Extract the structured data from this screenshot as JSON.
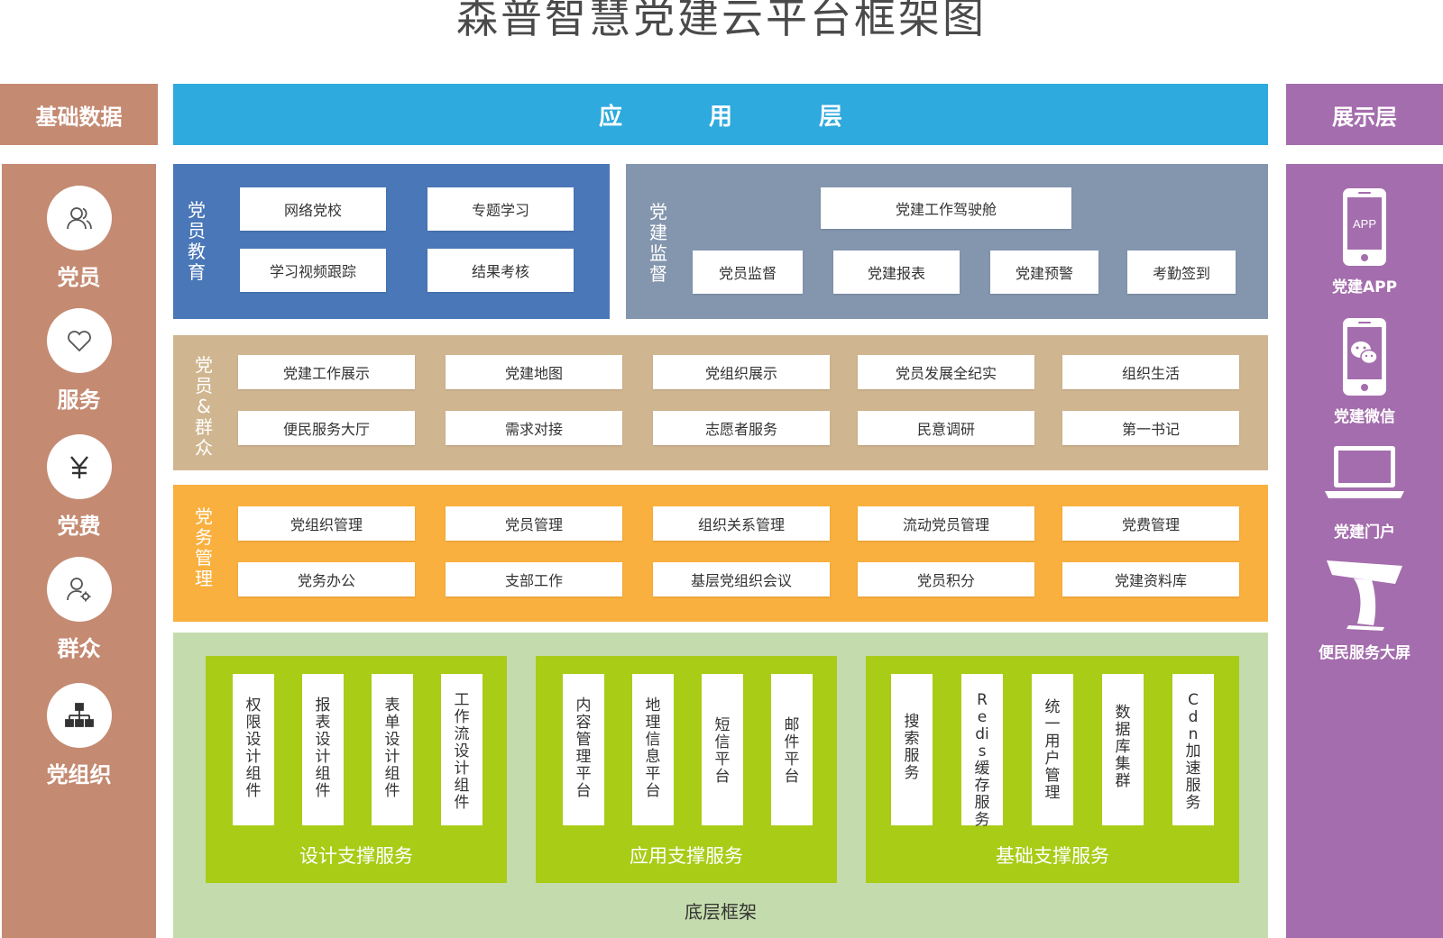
{
  "title": "森普智慧党建云平台框架图",
  "headers": {
    "left": "基础数据",
    "middle": [
      "应",
      "用",
      "层"
    ],
    "right": "展示层"
  },
  "basic_data": [
    {
      "label": "党员",
      "icon": "users-icon"
    },
    {
      "label": "服务",
      "icon": "heart-icon"
    },
    {
      "label": "党费",
      "icon": "yen-icon"
    },
    {
      "label": "群众",
      "icon": "user-gear-icon"
    },
    {
      "label": "党组织",
      "icon": "org-chart-icon"
    }
  ],
  "display": [
    {
      "label": "党建APP",
      "icon": "phone-app-icon",
      "icon_text": "APP"
    },
    {
      "label": "党建微信",
      "icon": "phone-wechat-icon"
    },
    {
      "label": "党建门户",
      "icon": "laptop-icon"
    },
    {
      "label": "便民服务大屏",
      "icon": "kiosk-icon"
    }
  ],
  "education": {
    "label": "党员教育",
    "items": [
      "网络党校",
      "专题学习",
      "学习视频跟踪",
      "结果考核"
    ]
  },
  "supervision": {
    "label": "党建监督",
    "top": "党建工作驾驶舱",
    "items": [
      "党员监督",
      "党建报表",
      "党建预警",
      "考勤签到"
    ]
  },
  "masses": {
    "label": "党员&群众",
    "row1": [
      "党建工作展示",
      "党建地图",
      "党组织展示",
      "党员发展全纪实",
      "组织生活"
    ],
    "row2": [
      "便民服务大厅",
      "需求对接",
      "志愿者服务",
      "民意调研",
      "第一书记"
    ]
  },
  "affairs": {
    "label": "党务管理",
    "row1": [
      "党组织管理",
      "党员管理",
      "组织关系管理",
      "流动党员管理",
      "党费管理"
    ],
    "row2": [
      "党务办公",
      "支部工作",
      "基层党组织会议",
      "党员积分",
      "党建资料库"
    ]
  },
  "framework": {
    "label": "底层框架",
    "groups": [
      {
        "label": "设计支撑服务",
        "items": [
          "权限设计组件",
          "报表设计组件",
          "表单设计组件",
          "工作流设计组件"
        ]
      },
      {
        "label": "应用支撑服务",
        "items": [
          "内容管理平台",
          "地理信息平台",
          "短信平台",
          "邮件平台"
        ]
      },
      {
        "label": "基础支撑服务",
        "items": [
          "搜索服务",
          "Redis缓存服务",
          "统一用户管理",
          "数据库集群",
          "Cdn 加速服务"
        ]
      }
    ]
  },
  "colors": {
    "basic": "#c48a72",
    "app_layer": "#2eaade",
    "display": "#a46dad",
    "education": "#4a77b8",
    "supervision": "#8496ae",
    "masses": "#d0b690",
    "affairs": "#fab03e",
    "framework": "#c4dcad",
    "support": "#a9cc17"
  }
}
